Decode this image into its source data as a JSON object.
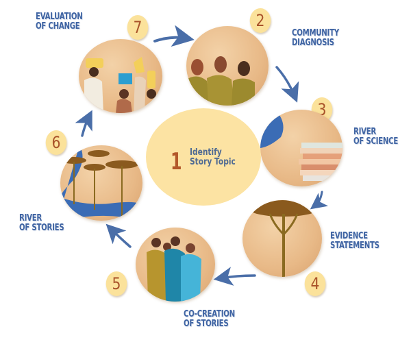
{
  "diagram": {
    "type": "cycle",
    "center": {
      "number": "1",
      "line1": "Identify",
      "line2": "Story Topic"
    },
    "steps": [
      {
        "number": "2",
        "line1": "Community",
        "line2": "Diagnosis",
        "illustration": "three-seated-people"
      },
      {
        "number": "3",
        "line1": "River",
        "line2": "of Science",
        "illustration": "river-and-books"
      },
      {
        "number": "4",
        "line1": "Evidence",
        "line2": "Statements",
        "illustration": "acacia-tree"
      },
      {
        "number": "5",
        "line1": "Co-creation",
        "line2": "of Stories",
        "illustration": "group-in-robes"
      },
      {
        "number": "6",
        "line1": "River",
        "line2": "of Stories",
        "illustration": "river-and-acacia-trees"
      },
      {
        "number": "7",
        "line1": "Evaluation",
        "line2": "of Change",
        "illustration": "people-carrying-water"
      }
    ],
    "colors": {
      "label_text": "#3f64a3",
      "badge_fill": "#fbe29b",
      "badge_number": "#a9532a",
      "center_fill": "#fce3a3",
      "arrow": "#4a6ea8",
      "river": "#3b6cb5"
    }
  }
}
